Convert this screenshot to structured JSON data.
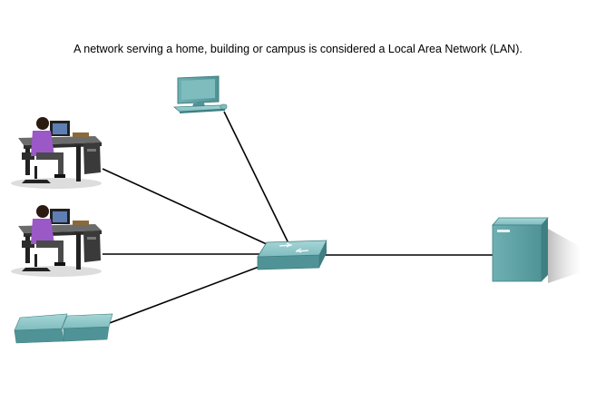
{
  "caption": "A network serving a home, building or campus is considered a Local Area Network (LAN).",
  "colors": {
    "device_teal": "#5fa3a6",
    "device_teal_dark": "#3f7f82",
    "device_teal_light": "#8cc4c6",
    "shirt_purple": "#9b59c8",
    "link": "#000000"
  },
  "devices": [
    {
      "id": "desktop-computer",
      "icon": "monitor-icon"
    },
    {
      "id": "workstation-user-1",
      "icon": "person-at-desk-icon"
    },
    {
      "id": "workstation-user-2",
      "icon": "person-at-desk-icon"
    },
    {
      "id": "ip-phones",
      "icon": "phone-icon"
    },
    {
      "id": "switch",
      "icon": "switch-icon"
    },
    {
      "id": "server",
      "icon": "server-icon"
    }
  ]
}
